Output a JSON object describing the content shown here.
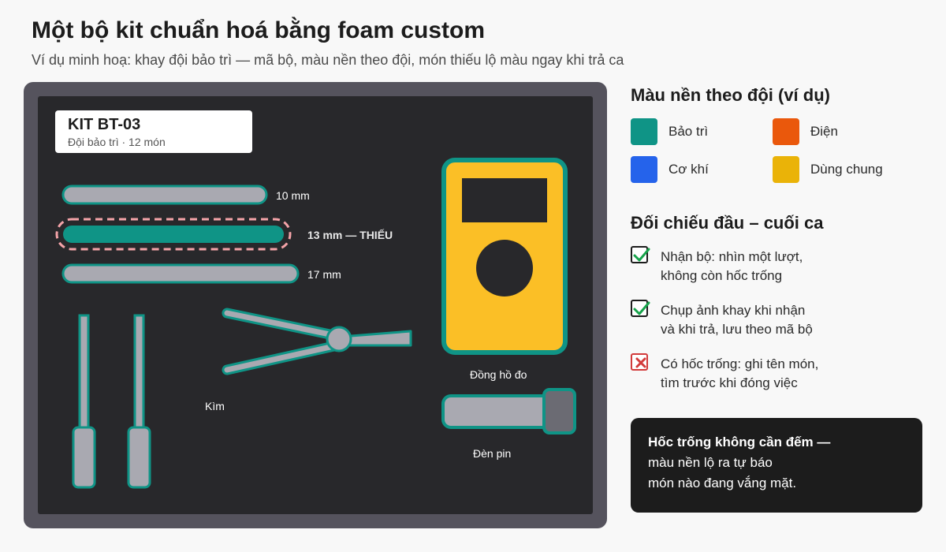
{
  "header": {
    "title": "Một bộ kit chuẩn hoá bằng foam custom",
    "subtitle": "Ví dụ minh hoạ: khay đội bảo trì — mã bộ, màu nền theo đội, món thiếu lộ màu ngay khi trả ca"
  },
  "tray": {
    "kit_code": "KIT BT-03",
    "kit_desc": "Đội bảo trì · 12 món",
    "wrenches": [
      {
        "label": "10 mm",
        "missing": false
      },
      {
        "label": "13 mm — THIẾU",
        "missing": true
      },
      {
        "label": "17 mm",
        "missing": false
      }
    ],
    "pliers_label": "Kìm",
    "multimeter_label": "Đồng hồ đo",
    "flashlight_label": "Đèn pin",
    "colors": {
      "foam": "#0f9486",
      "tool": "#a9a9b1",
      "multimeter": "#fbbf26",
      "missing_outline": "#f4a3a8"
    }
  },
  "legend": {
    "title": "Màu nền theo đội (ví dụ)",
    "items": [
      {
        "label": "Bảo trì",
        "color": "#0f9486"
      },
      {
        "label": "Điện",
        "color": "#ea580c"
      },
      {
        "label": "Cơ khí",
        "color": "#2563eb"
      },
      {
        "label": "Dùng chung",
        "color": "#eab308"
      }
    ]
  },
  "checklist": {
    "title": "Đối chiếu đầu – cuối ca",
    "items": [
      {
        "status": "ok",
        "lines": [
          "Nhận bộ: nhìn một lượt,",
          "không còn hốc trống"
        ]
      },
      {
        "status": "ok",
        "lines": [
          "Chụp ảnh khay khi nhận",
          "và khi trả, lưu theo mã bộ"
        ]
      },
      {
        "status": "bad",
        "lines": [
          "Có hốc trống: ghi tên món,",
          "tìm trước khi đóng việc"
        ]
      }
    ]
  },
  "note": {
    "line1": "Hốc trống không cần đếm —",
    "line2": "màu nền lộ ra tự báo",
    "line3": "món nào đang vắng mặt."
  }
}
